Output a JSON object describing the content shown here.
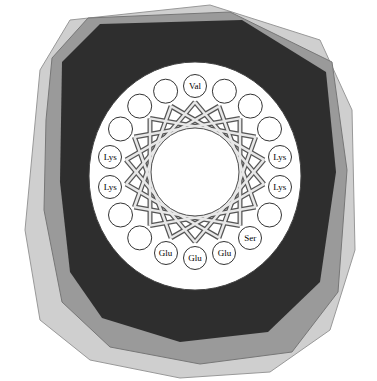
{
  "diagram": {
    "nodes": [
      {
        "text": [
          "Val"
        ]
      },
      {
        "text": [
          "Lys"
        ]
      },
      {
        "text": [
          "Lys"
        ]
      },
      {
        "text": [
          "Lys"
        ]
      },
      {
        "text": [
          "Lys"
        ]
      },
      {
        "text": [
          "Ser"
        ]
      },
      {
        "text": [
          "Glu"
        ]
      },
      {
        "text": [
          "Glu"
        ]
      },
      {
        "text": [
          "Glu"
        ]
      }
    ]
  }
}
